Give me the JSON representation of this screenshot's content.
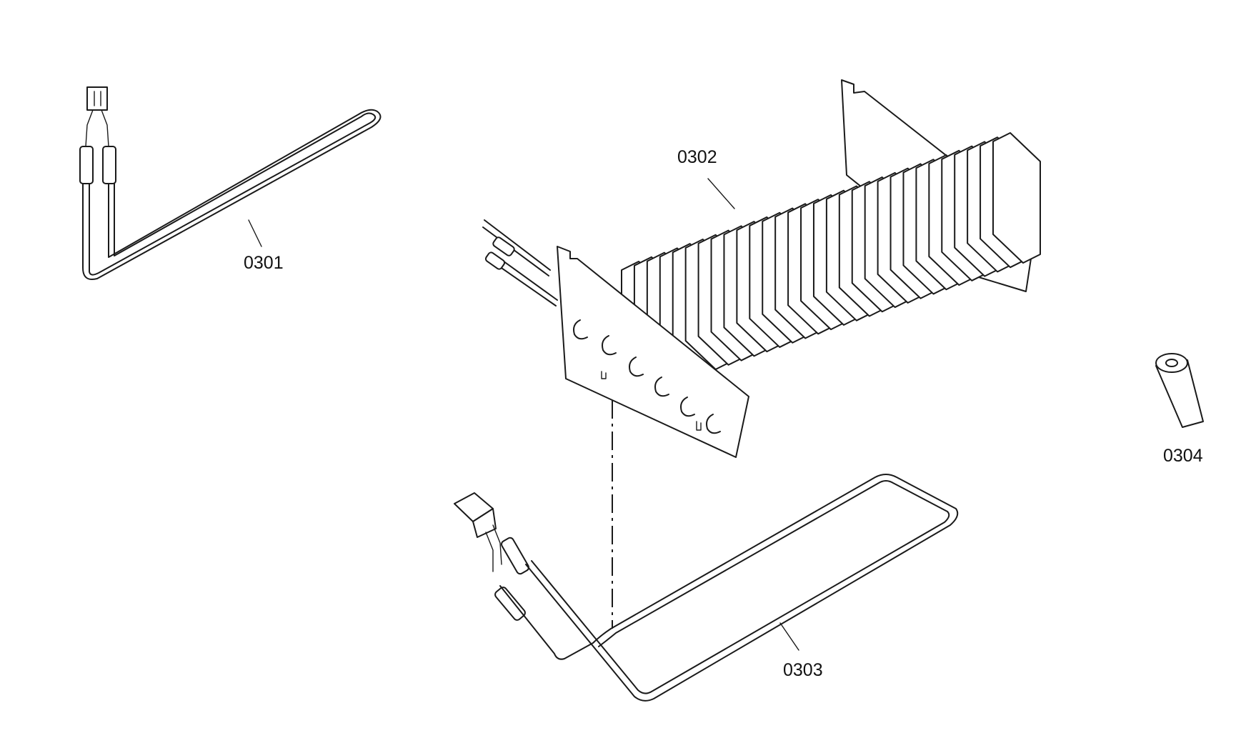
{
  "parts": [
    {
      "id": "0301",
      "label": "0301",
      "kind": "heater-tube-small"
    },
    {
      "id": "0302",
      "label": "0302",
      "kind": "finned-evaporator"
    },
    {
      "id": "0303",
      "label": "0303",
      "kind": "heater-tube-large"
    },
    {
      "id": "0304",
      "label": "0304",
      "kind": "sleeve"
    }
  ],
  "colors": {
    "line": "#1a1a1a",
    "background": "#ffffff"
  }
}
